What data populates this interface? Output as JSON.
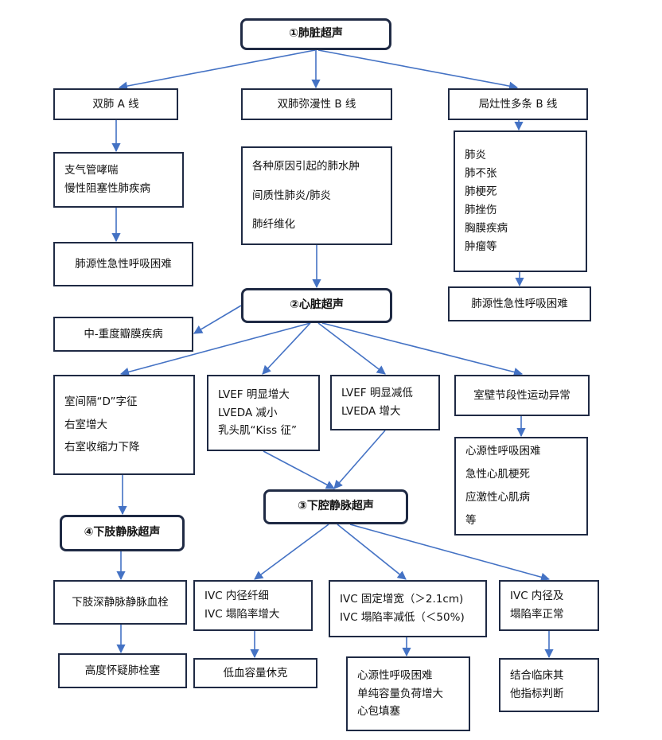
{
  "nodes": {
    "lung_us": "①肺脏超声",
    "bilateral_a": "双肺 A 线",
    "diffuse_b": "双肺弥漫性 B 线",
    "focal_b": "局灶性多条 B 线",
    "a_causes": [
      "支气管哮喘",
      "慢性阻塞性肺疾病"
    ],
    "a_result": "肺源性急性呼吸困难",
    "diffuse_causes": [
      "各种原因引起的肺水肿",
      "间质性肺炎/肺炎",
      "肺纤维化"
    ],
    "focal_causes": [
      "肺炎",
      "肺不张",
      "肺梗死",
      "肺挫伤",
      "胸膜疾病",
      "肿瘤等"
    ],
    "focal_result": "肺源性急性呼吸困难",
    "cardiac_us": "②心脏超声",
    "valve": "中-重度瓣膜疾病",
    "d_sign": [
      "室间隔“D”字征",
      "右室增大",
      "右室收缩力下降"
    ],
    "lvef_high": [
      "LVEF 明显增大",
      "LVEDA 减小",
      "乳头肌“Kiss 征”"
    ],
    "lvef_low": [
      "LVEF 明显减低",
      "LVEDA 增大"
    ],
    "segmental": "室壁节段性运动异常",
    "segmental_causes": [
      "心源性呼吸困难",
      "急性心肌梗死",
      "应激性心肌病",
      "等"
    ],
    "ivc_us": "③下腔静脉超声",
    "limb_us": "④下肢静脉超声",
    "dvt": "下肢深静脉静脉血栓",
    "pe": "高度怀疑肺栓塞",
    "ivc_thin": [
      "IVC 内径纤细",
      "IVC 塌陷率增大"
    ],
    "hypovolemic": "低血容量休克",
    "ivc_wide": [
      "IVC 固定增宽（＞2.1cm)",
      "IVC 塌陷率减低（＜50%)"
    ],
    "wide_causes": [
      "心源性呼吸困难",
      "单纯容量负荷增大",
      "心包填塞"
    ],
    "ivc_normal": [
      "IVC 内径及",
      "塌陷率正常"
    ],
    "clinical": [
      "结合临床其",
      "他指标判断"
    ]
  },
  "colors": {
    "arrow": "#4472c4",
    "border": "#1f2a44"
  }
}
